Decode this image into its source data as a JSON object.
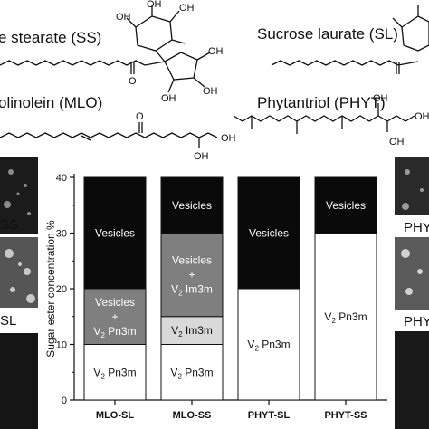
{
  "structures": {
    "top_left_label": "e stearate (SS)",
    "top_right_label": "Sucrose laurate (SL)",
    "mid_left_label": "olinolein (MLO)",
    "mid_right_label": "Phytantriol (PHYT)",
    "hydroxyl_label": "OH",
    "oxygen_label": "O"
  },
  "micrographs": {
    "left_top_label": "SS",
    "left_mid_label": "SL",
    "right_top_label": "PHY",
    "right_mid_label": "PHY"
  },
  "chart_data": {
    "type": "bar",
    "stacked": true,
    "title": "",
    "xlabel": "",
    "ylabel": "Sugar ester concentration %",
    "ylim": [
      0,
      40
    ],
    "yticks": [
      0,
      10,
      20,
      30,
      40
    ],
    "categories": [
      "MLO-SL",
      "MLO-SS",
      "PHYT-SL",
      "PHYT-SS"
    ],
    "bars": [
      {
        "category": "MLO-SL",
        "segments": [
          {
            "from": 0,
            "to": 10,
            "label": "V2 Pn3m",
            "fill": "#ffffff",
            "text_color": "#111111"
          },
          {
            "from": 10,
            "to": 20,
            "label": "Vesicles + V2 Pn3m",
            "fill": "#7f7f7f",
            "text_color": "#ffffff"
          },
          {
            "from": 20,
            "to": 40,
            "label": "Vesicles",
            "fill": "#0a0a0a",
            "text_color": "#ffffff"
          }
        ]
      },
      {
        "category": "MLO-SS",
        "segments": [
          {
            "from": 0,
            "to": 10,
            "label": "V2 Pn3m",
            "fill": "#ffffff",
            "text_color": "#111111"
          },
          {
            "from": 10,
            "to": 15,
            "label": "V2 Im3m",
            "fill": "#d9d9d9",
            "text_color": "#111111"
          },
          {
            "from": 15,
            "to": 30,
            "label": "Vesicles + V2 Im3m",
            "fill": "#7f7f7f",
            "text_color": "#ffffff"
          },
          {
            "from": 30,
            "to": 40,
            "label": "Vesicles",
            "fill": "#0a0a0a",
            "text_color": "#ffffff"
          }
        ]
      },
      {
        "category": "PHYT-SL",
        "segments": [
          {
            "from": 0,
            "to": 20,
            "label": "V2 Pn3m",
            "fill": "#ffffff",
            "text_color": "#111111"
          },
          {
            "from": 20,
            "to": 40,
            "label": "Vesicles",
            "fill": "#0a0a0a",
            "text_color": "#ffffff"
          }
        ]
      },
      {
        "category": "PHYT-SS",
        "segments": [
          {
            "from": 0,
            "to": 30,
            "label": "V2 Pn3m",
            "fill": "#ffffff",
            "text_color": "#111111"
          },
          {
            "from": 30,
            "to": 40,
            "label": "Vesicles",
            "fill": "#0a0a0a",
            "text_color": "#ffffff"
          }
        ]
      }
    ]
  }
}
